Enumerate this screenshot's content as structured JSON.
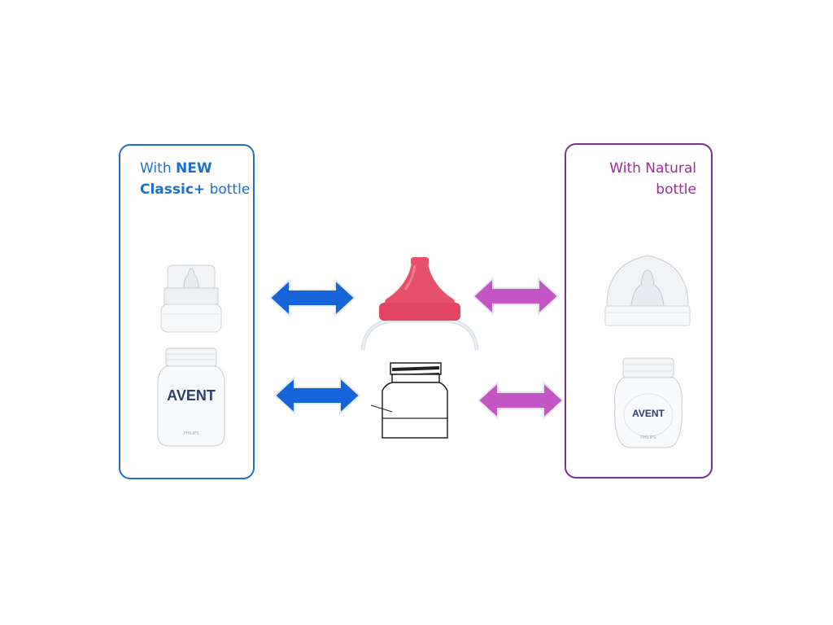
{
  "left_panel": {
    "caption_line1_prefix": "With ",
    "caption_line1_bold": "NEW",
    "caption_line2_bold": "Classic+",
    "caption_line2_suffix": " bottle",
    "brand_logo_text": "AVENT",
    "brand_small_text": "PHILIPS",
    "border_color": "#1f6fc9"
  },
  "right_panel": {
    "caption_line1": "With Natural",
    "caption_line2": "bottle",
    "brand_logo_text": "AVENT",
    "brand_small_text": "PHILIPS",
    "border_color": "#7d2e93"
  },
  "center": {
    "top_item_icon": "pink-spout-cup-lid-icon",
    "bottom_item_icon": "adapter-ring-outline-icon",
    "spout_color": "#e8506a"
  },
  "arrows": {
    "left_color": "#1565d8",
    "right_color": "#c456c6",
    "icon": "double-headed-arrow-icon"
  }
}
